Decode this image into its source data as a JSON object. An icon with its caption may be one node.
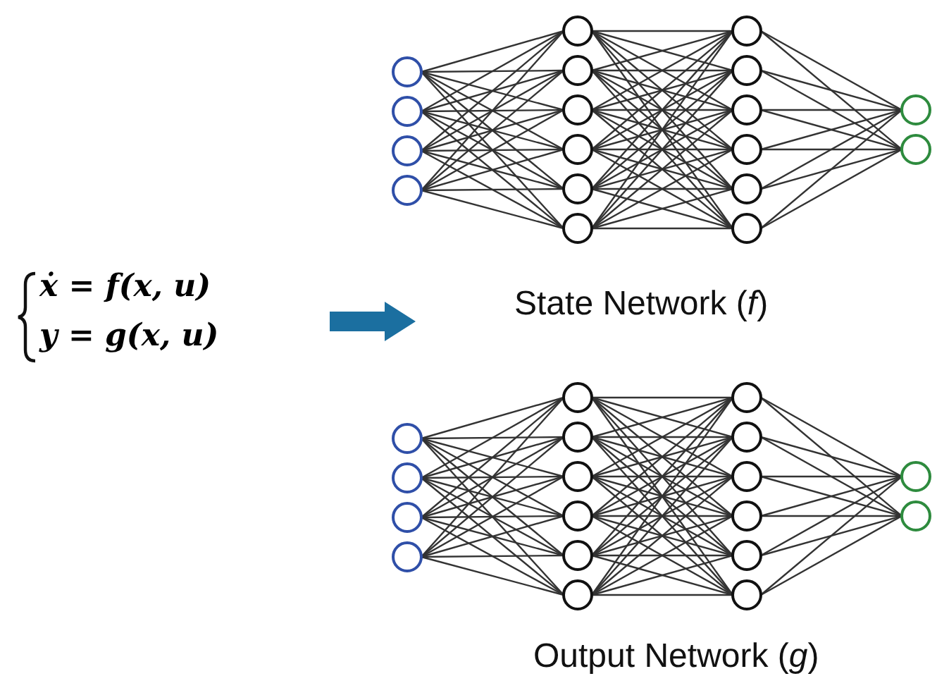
{
  "diagram": {
    "nodes": [
      {
        "text": [
          "ẋ = f(x, u)",
          "y = g(x, u)"
        ]
      },
      {
        "text": [],
        "shape": "picture",
        "beside": [
          "State Network (*f*)"
        ]
      },
      {
        "text": [],
        "shape": "picture",
        "beside": [
          "Output Network (*g*)"
        ]
      }
    ]
  }
}
